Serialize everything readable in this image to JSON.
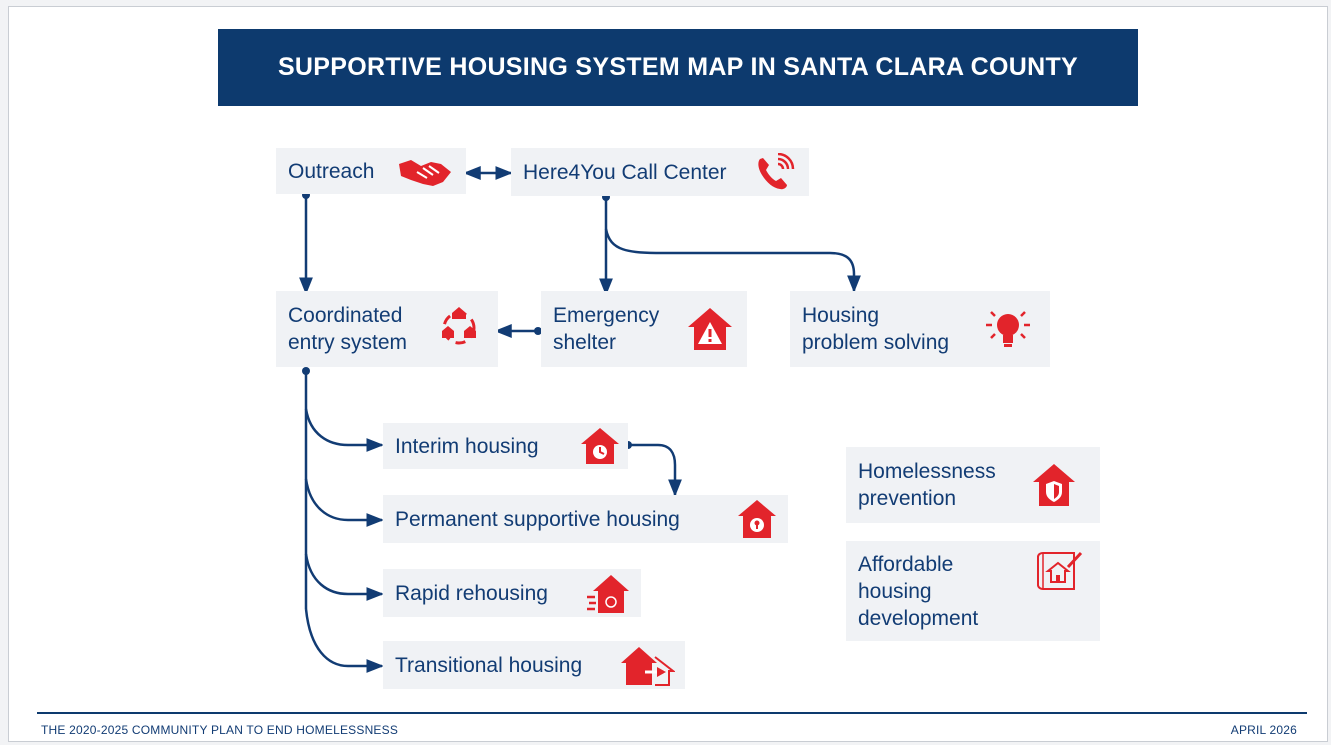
{
  "title": "SUPPORTIVE HOUSING SYSTEM MAP IN SANTA CLARA COUNTY",
  "nodes": {
    "outreach": "Outreach",
    "call_center": "Here4You Call Center",
    "coordinated_entry": [
      "Coordinated",
      "entry system"
    ],
    "emergency_shelter": [
      "Emergency",
      "shelter"
    ],
    "problem_solving": [
      "Housing",
      "problem solving"
    ],
    "interim": "Interim housing",
    "permanent": "Permanent supportive housing",
    "rapid": "Rapid rehousing",
    "transitional": "Transitional housing",
    "prevention": [
      "Homelessness",
      "prevention"
    ],
    "affordable": [
      "Affordable",
      "housing",
      "development"
    ]
  },
  "footer": {
    "left": "THE 2020-2025 COMMUNITY PLAN TO END HOMELESSNESS",
    "right": "APRIL 2026"
  },
  "colors": {
    "navy": "#0d3a6e",
    "text": "#123c74",
    "icon_red": "#e2242b",
    "box": "#f0f2f5"
  },
  "icons": {
    "outreach": "handshake-icon",
    "call_center": "phone-ringing-icon",
    "coordinated_entry": "cycle-houses-icon",
    "emergency_shelter": "house-warning-icon",
    "problem_solving": "lightbulb-icon",
    "interim": "house-clock-icon",
    "permanent": "house-lock-icon",
    "rapid": "house-fast-icon",
    "transitional": "house-arrow-icon",
    "prevention": "house-shield-icon",
    "affordable": "blueprint-house-icon"
  }
}
